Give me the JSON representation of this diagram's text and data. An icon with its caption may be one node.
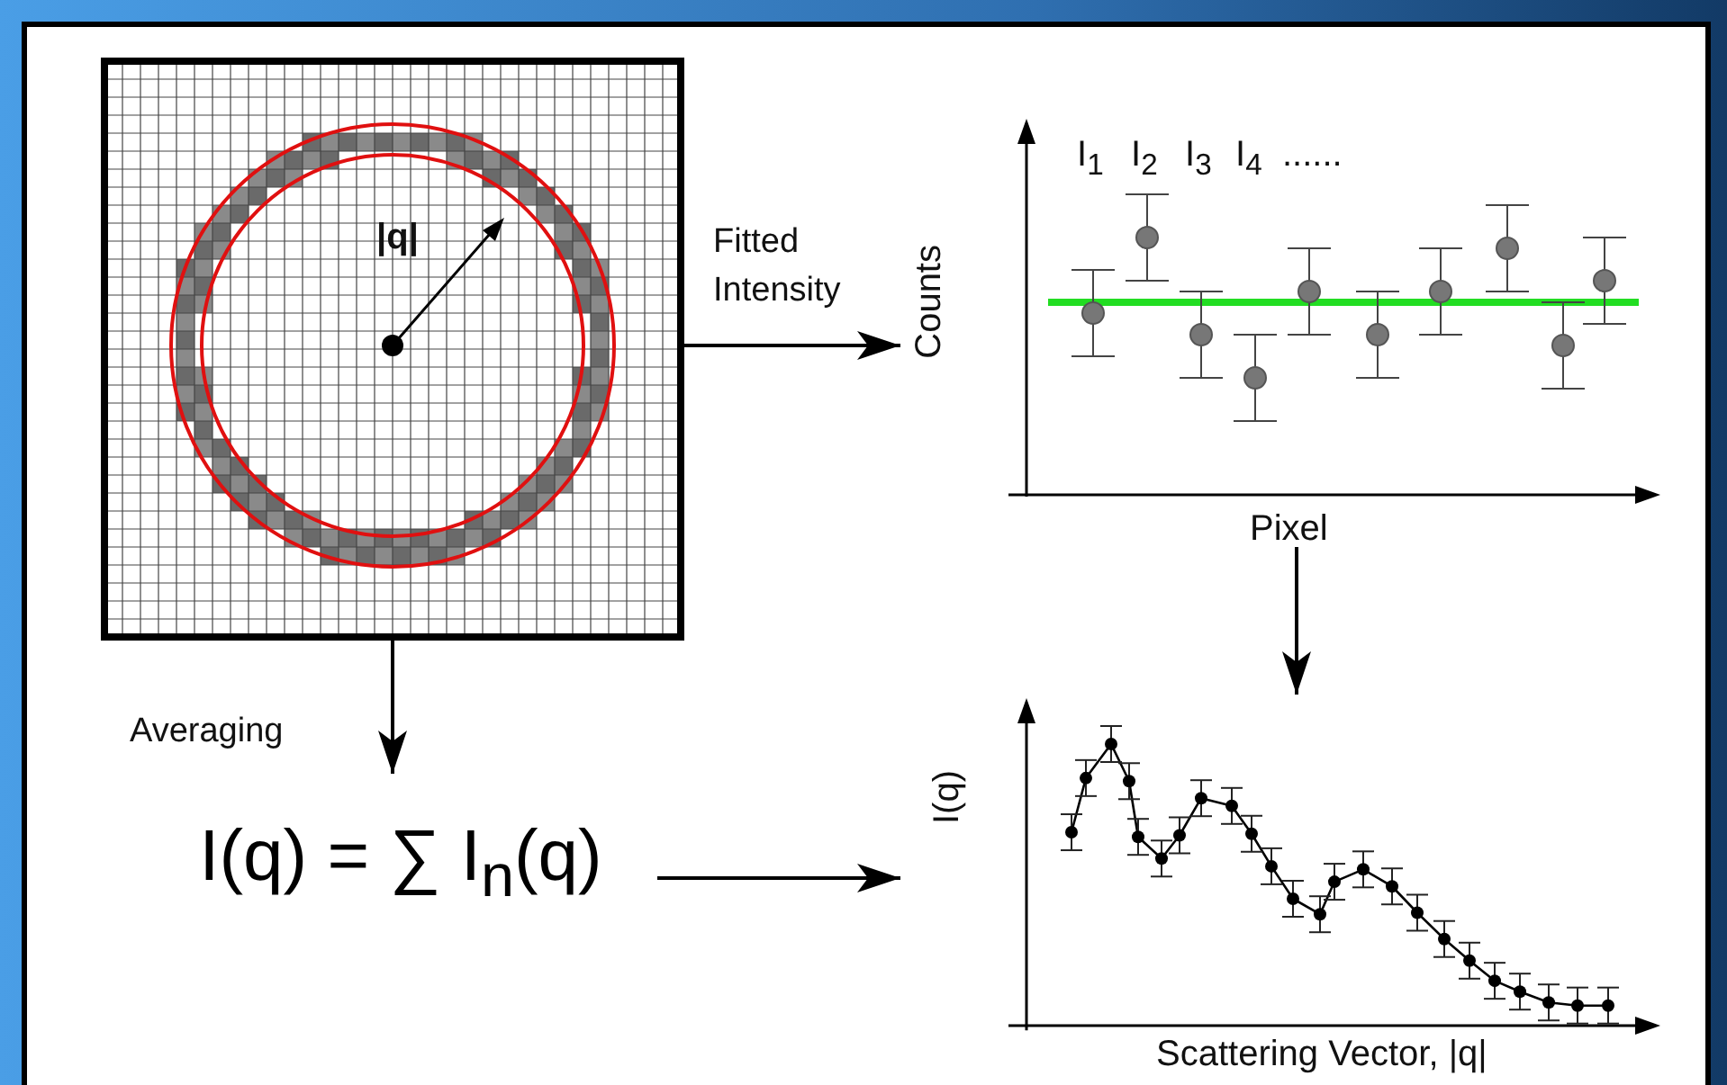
{
  "diagram": {
    "nodes": [
      {
        "text": [],
        "shape": "picture"
      },
      {
        "text": [],
        "shape": "picture"
      },
      {
        "text": [
          "I(q) = ∑ I$_{n}$(q)"
        ]
      },
      {
        "text": [],
        "shape": "picture"
      }
    ],
    "edges": [
      {
        "from": 0,
        "to": 1,
        "arrow": "to",
        "label": "Fitted Intensity"
      },
      {
        "from": 0,
        "to": 2,
        "arrow": "to",
        "label": "Averaging"
      },
      {
        "from": 2,
        "to": 3,
        "arrow": "to"
      },
      {
        "from": 1,
        "to": 3,
        "arrow": "to"
      }
    ],
    "labels": [
      "|q|",
      "I$_{1}$",
      "I$_{2}$",
      "I$_{3}$",
      "I$_{4}$",
      "......",
      "Counts",
      "Pixel",
      "I(q)",
      "Scattering Vector, |q|"
    ]
  }
}
